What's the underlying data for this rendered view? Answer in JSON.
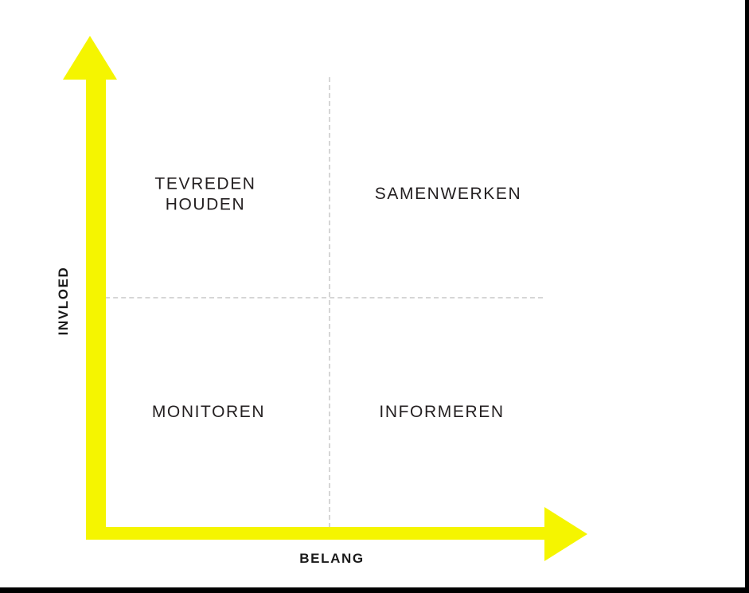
{
  "figure": {
    "title": "",
    "background_color": "#ffffff",
    "accent_color": "#F5F500",
    "text_color": "#231f20",
    "divider_color": "#d6d6d6"
  },
  "axes": {
    "y": {
      "label": "INVLOED",
      "icon": "arrow-up-icon",
      "direction": "up"
    },
    "x": {
      "label": "BELANG",
      "icon": "arrow-right-icon",
      "direction": "right"
    }
  },
  "chart_data": {
    "type": "scatter",
    "title": "",
    "subtitle": "",
    "xlabel": "BELANG",
    "ylabel": "INVLOED",
    "xlim": [
      0,
      1
    ],
    "ylim": [
      0,
      1
    ],
    "grid": false,
    "legend": null,
    "annotations": [
      {
        "name": "tevreden-houden",
        "text": "TEVREDEN\nHOUDEN",
        "x": 0.25,
        "y": 0.75
      },
      {
        "name": "samenwerken",
        "text": "SAMENWERKEN",
        "x": 0.75,
        "y": 0.75
      },
      {
        "name": "monitoren",
        "text": "MONITOREN",
        "x": 0.25,
        "y": 0.25
      },
      {
        "name": "informeren",
        "text": "INFORMEREN",
        "x": 0.75,
        "y": 0.25
      }
    ],
    "dividers": [
      {
        "orientation": "horizontal",
        "value": 0.5,
        "style": "dashed"
      },
      {
        "orientation": "vertical",
        "value": 0.5,
        "style": "dashed"
      }
    ],
    "series": []
  },
  "quadrants": {
    "top_left": {
      "label": "TEVREDEN\nHOUDEN"
    },
    "top_right": {
      "label": "SAMENWERKEN"
    },
    "bottom_left": {
      "label": "MONITOREN"
    },
    "bottom_right": {
      "label": "INFORMEREN"
    }
  }
}
